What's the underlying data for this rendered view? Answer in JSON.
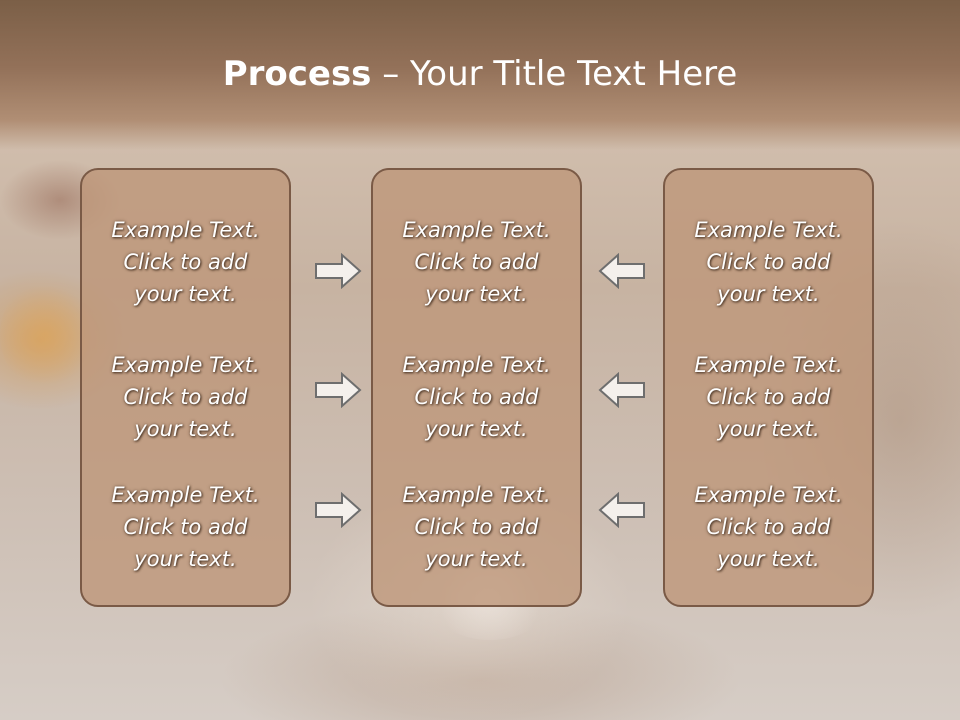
{
  "title": {
    "bold": "Process",
    "rest": " – Your Title Text Here"
  },
  "panels": [
    {
      "blocks": [
        {
          "line1": "Example Text.",
          "line2": "Click  to add",
          "line3": "your text."
        },
        {
          "line1": "Example Text.",
          "line2": "Click  to add",
          "line3": "your text."
        },
        {
          "line1": "Example Text.",
          "line2": "Click  to add",
          "line3": "your text."
        }
      ]
    },
    {
      "blocks": [
        {
          "line1": "Example Text.",
          "line2": "Click  to add",
          "line3": "your text."
        },
        {
          "line1": "Example Text.",
          "line2": "Click  to add",
          "line3": "your text."
        },
        {
          "line1": "Example Text.",
          "line2": "Click  to add",
          "line3": "your text."
        }
      ]
    },
    {
      "blocks": [
        {
          "line1": "Example Text.",
          "line2": "Click  to add",
          "line3": "your text."
        },
        {
          "line1": "Example Text.",
          "line2": "Click  to add",
          "line3": "your text."
        },
        {
          "line1": "Example Text.",
          "line2": "Click  to add",
          "line3": "your text."
        }
      ]
    }
  ],
  "arrows": {
    "left_column": {
      "direction": "right",
      "icon": "arrow-right-icon"
    },
    "right_column": {
      "direction": "left",
      "icon": "arrow-left-icon"
    }
  },
  "colors": {
    "header": "#8a6a51",
    "panel_fill": "#be9678",
    "panel_border": "#7a5a46",
    "text": "#ffffff"
  }
}
